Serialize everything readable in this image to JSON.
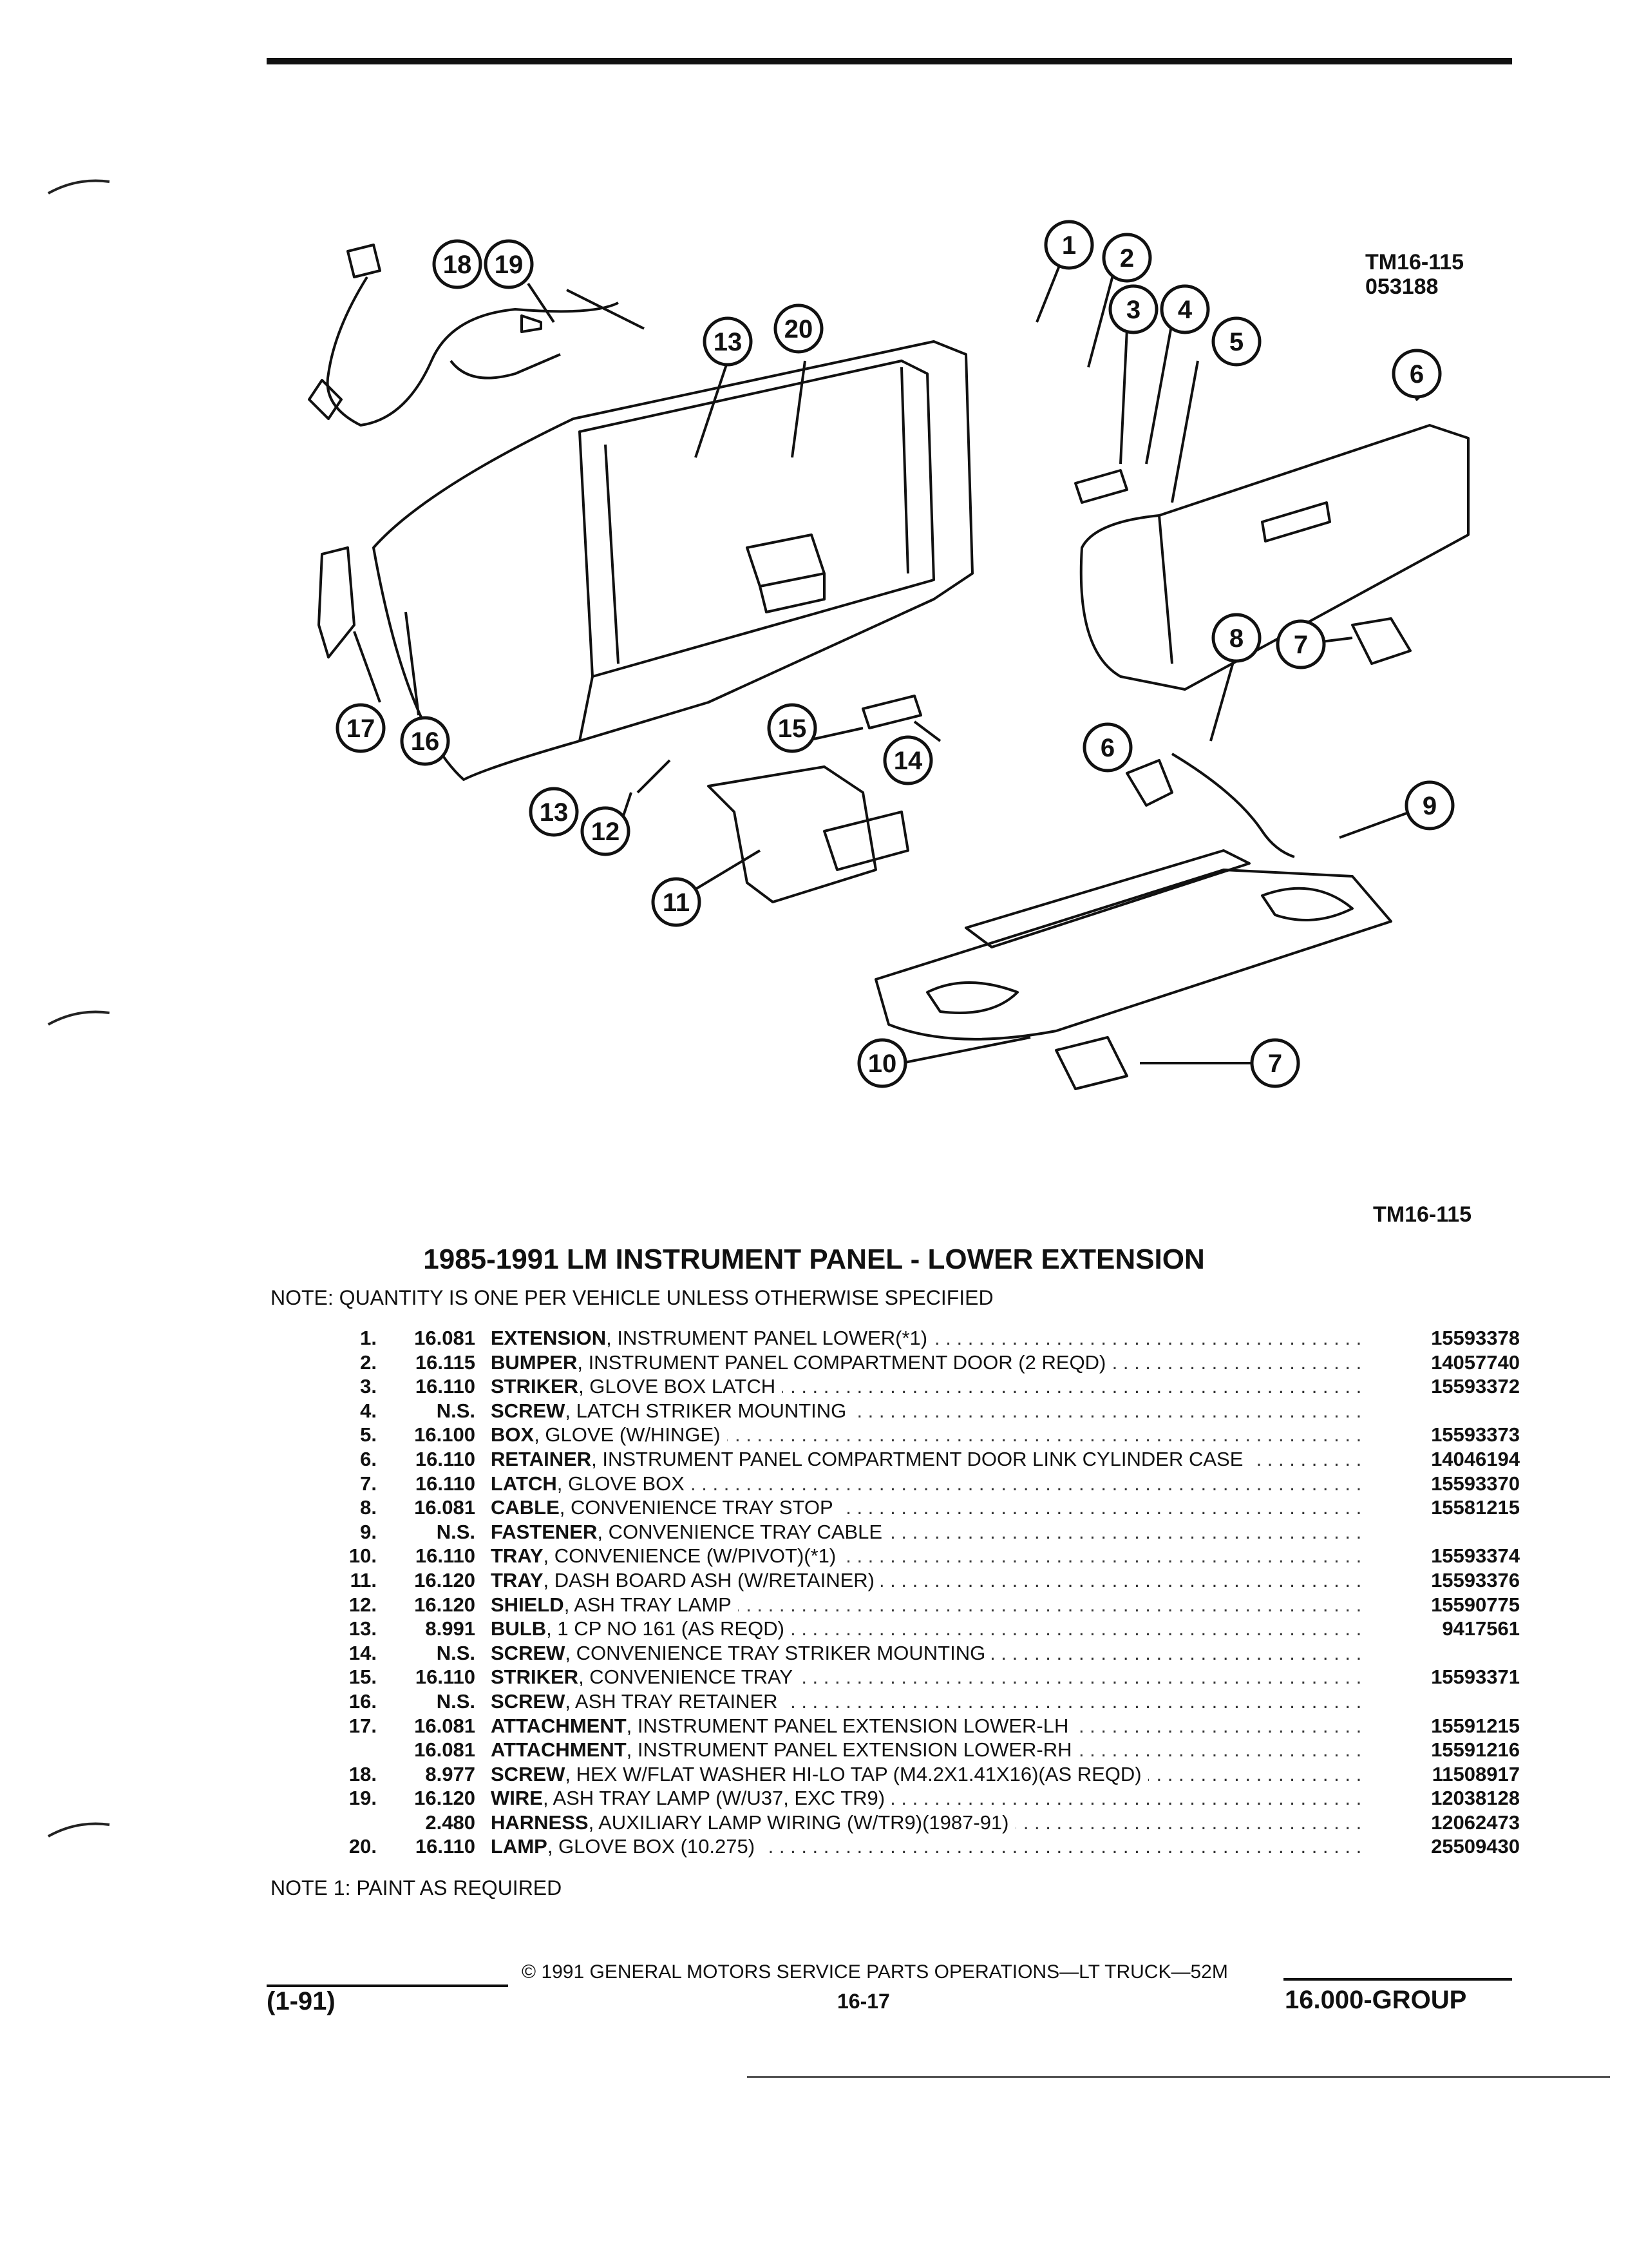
{
  "diagram": {
    "ref_top": "TM16-115",
    "ref_date": "053188",
    "callouts": [
      "1",
      "2",
      "3",
      "4",
      "5",
      "6",
      "7",
      "8",
      "9",
      "10",
      "11",
      "12",
      "13",
      "14",
      "15",
      "16",
      "17",
      "18",
      "19",
      "20"
    ]
  },
  "ref_bottom": "TM16-115",
  "title": "1985-1991 LM INSTRUMENT PANEL - LOWER EXTENSION",
  "note_quantity": "NOTE:  QUANTITY IS ONE PER VEHICLE UNLESS OTHERWISE SPECIFIED",
  "parts": [
    {
      "num": "1.",
      "code": "16.081",
      "name": "EXTENSION",
      "desc": ", INSTRUMENT PANEL LOWER(*1)",
      "pn": "15593378"
    },
    {
      "num": "2.",
      "code": "16.115",
      "name": "BUMPER",
      "desc": ", INSTRUMENT PANEL COMPARTMENT DOOR (2 REQD)",
      "pn": "14057740"
    },
    {
      "num": "3.",
      "code": "16.110",
      "name": "STRIKER",
      "desc": ", GLOVE BOX LATCH",
      "pn": "15593372"
    },
    {
      "num": "4.",
      "code": "N.S.",
      "name": "SCREW",
      "desc": ", LATCH STRIKER MOUNTING",
      "pn": ""
    },
    {
      "num": "5.",
      "code": "16.100",
      "name": "BOX",
      "desc": ", GLOVE (W/HINGE)",
      "pn": "15593373"
    },
    {
      "num": "6.",
      "code": "16.110",
      "name": "RETAINER",
      "desc": ", INSTRUMENT PANEL COMPARTMENT DOOR LINK CYLINDER CASE",
      "pn": "14046194"
    },
    {
      "num": "7.",
      "code": "16.110",
      "name": "LATCH",
      "desc": ", GLOVE BOX",
      "pn": "15593370"
    },
    {
      "num": "8.",
      "code": "16.081",
      "name": "CABLE",
      "desc": ", CONVENIENCE TRAY STOP",
      "pn": "15581215"
    },
    {
      "num": "9.",
      "code": "N.S.",
      "name": "FASTENER",
      "desc": ", CONVENIENCE TRAY CABLE",
      "pn": ""
    },
    {
      "num": "10.",
      "code": "16.110",
      "name": "TRAY",
      "desc": ", CONVENIENCE (W/PIVOT)(*1)",
      "pn": "15593374"
    },
    {
      "num": "11.",
      "code": "16.120",
      "name": "TRAY",
      "desc": ", DASH BOARD ASH (W/RETAINER)",
      "pn": "15593376"
    },
    {
      "num": "12.",
      "code": "16.120",
      "name": "SHIELD",
      "desc": ", ASH TRAY LAMP",
      "pn": "15590775"
    },
    {
      "num": "13.",
      "code": "8.991",
      "name": "BULB",
      "desc": ", 1 CP NO 161 (AS REQD)",
      "pn": "9417561"
    },
    {
      "num": "14.",
      "code": "N.S.",
      "name": "SCREW",
      "desc": ", CONVENIENCE TRAY STRIKER MOUNTING",
      "pn": ""
    },
    {
      "num": "15.",
      "code": "16.110",
      "name": "STRIKER",
      "desc": ", CONVENIENCE TRAY",
      "pn": "15593371"
    },
    {
      "num": "16.",
      "code": "N.S.",
      "name": "SCREW",
      "desc": ", ASH TRAY RETAINER",
      "pn": ""
    },
    {
      "num": "17.",
      "code": "16.081",
      "name": "ATTACHMENT",
      "desc": ", INSTRUMENT PANEL EXTENSION LOWER-LH",
      "pn": "15591215"
    },
    {
      "num": "",
      "code": "16.081",
      "name": "ATTACHMENT",
      "desc": ", INSTRUMENT PANEL EXTENSION LOWER-RH",
      "pn": "15591216"
    },
    {
      "num": "18.",
      "code": "8.977",
      "name": "SCREW",
      "desc": ", HEX W/FLAT WASHER HI-LO TAP (M4.2X1.41X16)(AS REQD)",
      "pn": "11508917"
    },
    {
      "num": "19.",
      "code": "16.120",
      "name": "WIRE",
      "desc": ", ASH TRAY LAMP (W/U37, EXC TR9)",
      "pn": "12038128"
    },
    {
      "num": "",
      "code": "2.480",
      "name": "HARNESS",
      "desc": ", AUXILIARY LAMP WIRING (W/TR9)(1987-91)",
      "pn": "12062473"
    },
    {
      "num": "20.",
      "code": "16.110",
      "name": "LAMP",
      "desc": ", GLOVE BOX (10.275)",
      "pn": "25509430"
    }
  ],
  "note1": "NOTE  1:  PAINT AS REQUIRED",
  "footer": {
    "copyright": "©  1991  GENERAL MOTORS SERVICE PARTS OPERATIONS—LT TRUCK—52M",
    "page": "16-17",
    "revision": "(1-91)",
    "group": "16.000-GROUP"
  }
}
